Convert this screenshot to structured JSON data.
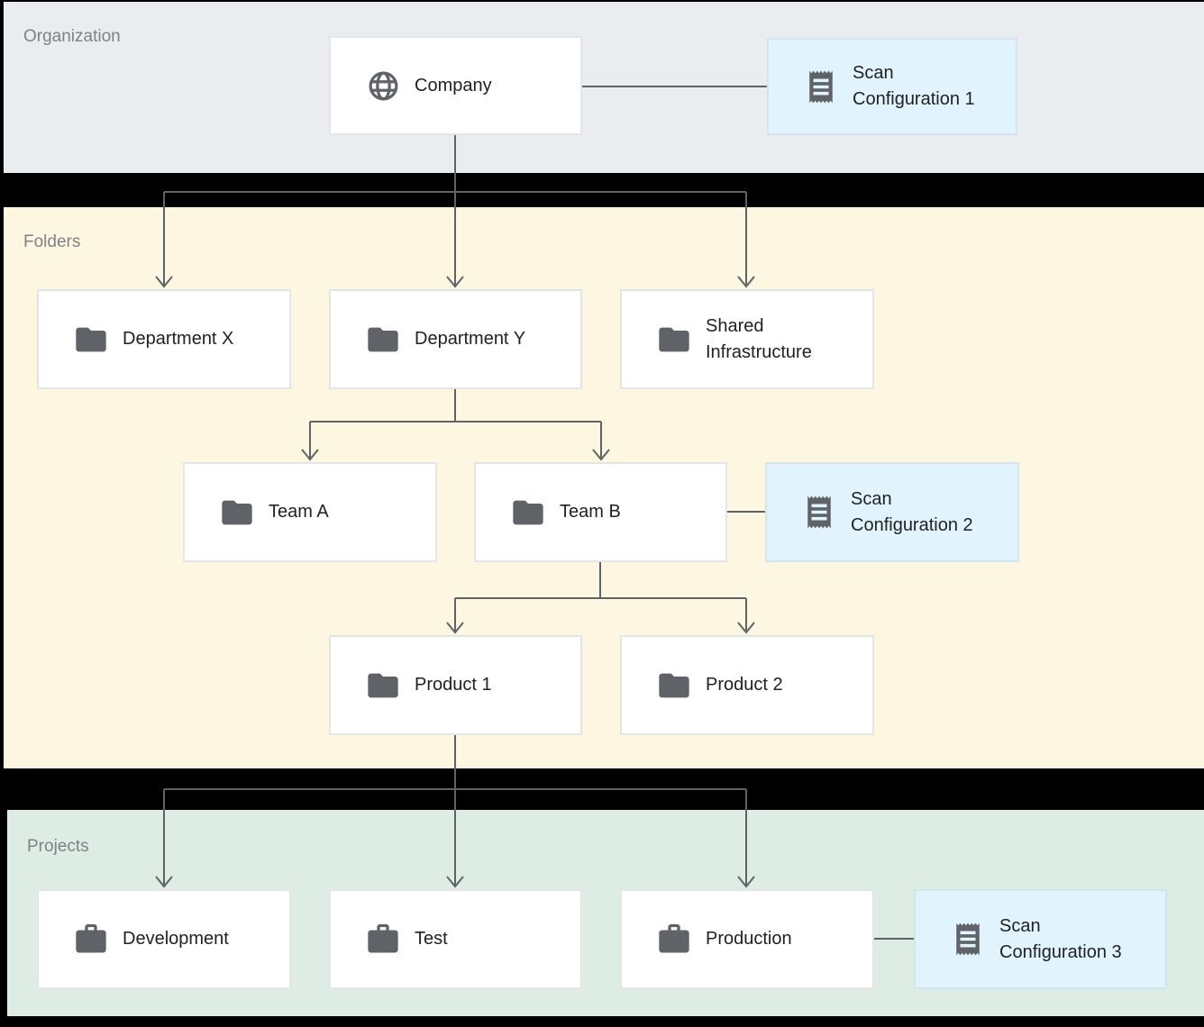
{
  "diagram": {
    "description": "Resource hierarchy with scan configurations"
  },
  "bands": {
    "organization": {
      "label": "Organization"
    },
    "folders": {
      "label": "Folders"
    },
    "projects": {
      "label": "Projects"
    }
  },
  "nodes": {
    "company": {
      "label": "Company",
      "icon": "globe-icon",
      "band": "organization"
    },
    "scan_config_1": {
      "label": "Scan Configuration 1",
      "icon": "receipt-icon",
      "band": "organization"
    },
    "department_x": {
      "label": "Department X",
      "icon": "folder-icon",
      "band": "folders"
    },
    "department_y": {
      "label": "Department Y",
      "icon": "folder-icon",
      "band": "folders"
    },
    "shared_infrastructure": {
      "label": "Shared Infrastructure",
      "icon": "folder-icon",
      "band": "folders"
    },
    "team_a": {
      "label": "Team A",
      "icon": "folder-icon",
      "band": "folders"
    },
    "team_b": {
      "label": "Team B",
      "icon": "folder-icon",
      "band": "folders"
    },
    "scan_config_2": {
      "label": "Scan Configuration 2",
      "icon": "receipt-icon",
      "band": "folders"
    },
    "product_1": {
      "label": "Product 1",
      "icon": "folder-icon",
      "band": "folders"
    },
    "product_2": {
      "label": "Product 2",
      "icon": "folder-icon",
      "band": "folders"
    },
    "development": {
      "label": "Development",
      "icon": "briefcase-icon",
      "band": "projects"
    },
    "test": {
      "label": "Test",
      "icon": "briefcase-icon",
      "band": "projects"
    },
    "production": {
      "label": "Production",
      "icon": "briefcase-icon",
      "band": "projects"
    },
    "scan_config_3": {
      "label": "Scan Configuration 3",
      "icon": "receipt-icon",
      "band": "projects"
    }
  },
  "edges": [
    {
      "from": "company",
      "to": "scan_config_1",
      "type": "association"
    },
    {
      "from": "company",
      "to": "department_x",
      "type": "arrow"
    },
    {
      "from": "company",
      "to": "department_y",
      "type": "arrow"
    },
    {
      "from": "company",
      "to": "shared_infrastructure",
      "type": "arrow"
    },
    {
      "from": "department_y",
      "to": "team_a",
      "type": "arrow"
    },
    {
      "from": "department_y",
      "to": "team_b",
      "type": "arrow"
    },
    {
      "from": "team_b",
      "to": "scan_config_2",
      "type": "association"
    },
    {
      "from": "team_b",
      "to": "product_1",
      "type": "arrow"
    },
    {
      "from": "team_b",
      "to": "product_2",
      "type": "arrow"
    },
    {
      "from": "product_1",
      "to": "development",
      "type": "arrow"
    },
    {
      "from": "product_1",
      "to": "test",
      "type": "arrow"
    },
    {
      "from": "product_1",
      "to": "production",
      "type": "arrow"
    },
    {
      "from": "production",
      "to": "scan_config_3",
      "type": "association"
    }
  ],
  "colors": {
    "background": "#000000",
    "organization_band": "#e9edf0",
    "folders_band": "#fdf6e0",
    "projects_band": "#ddede4",
    "node_fill": "#ffffff",
    "scan_config_fill": "#e1f4fd",
    "connector": "#5f6368",
    "icon": "#5f6368",
    "band_label_text": "#7e8388",
    "node_text": "#202124"
  }
}
